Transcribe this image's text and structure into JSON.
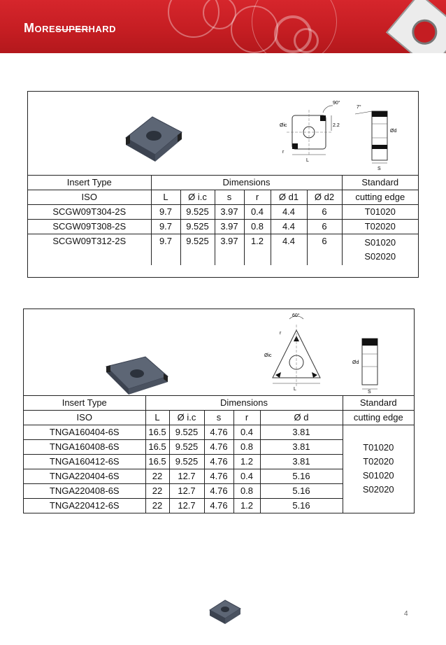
{
  "header": {
    "brand_first": "M",
    "brand_ore": "ORE",
    "brand_super": "SUPER",
    "brand_hard": "HARD",
    "accent_color": "#c41d22"
  },
  "table1": {
    "header_row1": {
      "type": "Insert   Type",
      "dimensions": "Dimensions",
      "standard": "Standard"
    },
    "header_row2": {
      "iso": "ISO",
      "cols": [
        "L",
        "Ø i.c",
        "s",
        "r",
        "Ø d1",
        "Ø d2"
      ],
      "cutting": "cutting edge"
    },
    "rows": [
      {
        "iso": "SCGW09T304-2S",
        "values": [
          "9.7",
          "9.525",
          "3.97",
          "0.4",
          "4.4",
          "6"
        ],
        "edge": [
          "T01020"
        ]
      },
      {
        "iso": "SCGW09T308-2S",
        "values": [
          "9.7",
          "9.525",
          "3.97",
          "0.8",
          "4.4",
          "6"
        ],
        "edge": [
          "T02020"
        ]
      },
      {
        "iso": "SCGW09T312-2S",
        "values": [
          "9.7",
          "9.525",
          "3.97",
          "1.2",
          "4.4",
          "6"
        ],
        "edge": [
          "S01020",
          "S02020"
        ]
      }
    ],
    "drawing_labels": {
      "angle": "90°",
      "ic": "Øic",
      "dim": "2.2",
      "r": "r",
      "l": "L",
      "d": "Ød",
      "s": "S",
      "angle2": "7°"
    }
  },
  "table2": {
    "header_row1": {
      "type": "Insert   Type",
      "dimensions": "Dimensions",
      "standard": "Standard"
    },
    "header_row2": {
      "iso": "ISO",
      "cols": [
        "L",
        "Ø i.c",
        "s",
        "r",
        "Ø d"
      ],
      "cutting": "cutting edge"
    },
    "rows": [
      {
        "iso": "TNGA160404-6S",
        "values": [
          "16.5",
          "9.525",
          "4.76",
          "0.4",
          "3.81"
        ]
      },
      {
        "iso": "TNGA160408-6S",
        "values": [
          "16.5",
          "9.525",
          "4.76",
          "0.8",
          "3.81"
        ]
      },
      {
        "iso": "TNGA160412-6S",
        "values": [
          "16.5",
          "9.525",
          "4.76",
          "1.2",
          "3.81"
        ]
      },
      {
        "iso": "TNGA220404-6S",
        "values": [
          "22",
          "12.7",
          "4.76",
          "0.4",
          "5.16"
        ]
      },
      {
        "iso": "TNGA220408-6S",
        "values": [
          "22",
          "12.7",
          "4.76",
          "0.8",
          "5.16"
        ]
      },
      {
        "iso": "TNGA220412-6S",
        "values": [
          "22",
          "12.7",
          "4.76",
          "1.2",
          "5.16"
        ]
      }
    ],
    "edge": [
      "T01020",
      "T02020",
      "S01020",
      "S02020"
    ],
    "drawing_labels": {
      "angle": "60°",
      "ic": "Øic",
      "r": "r",
      "l": "L",
      "d": "Ød",
      "s": "S"
    }
  },
  "footer": {
    "page_number": "4"
  }
}
